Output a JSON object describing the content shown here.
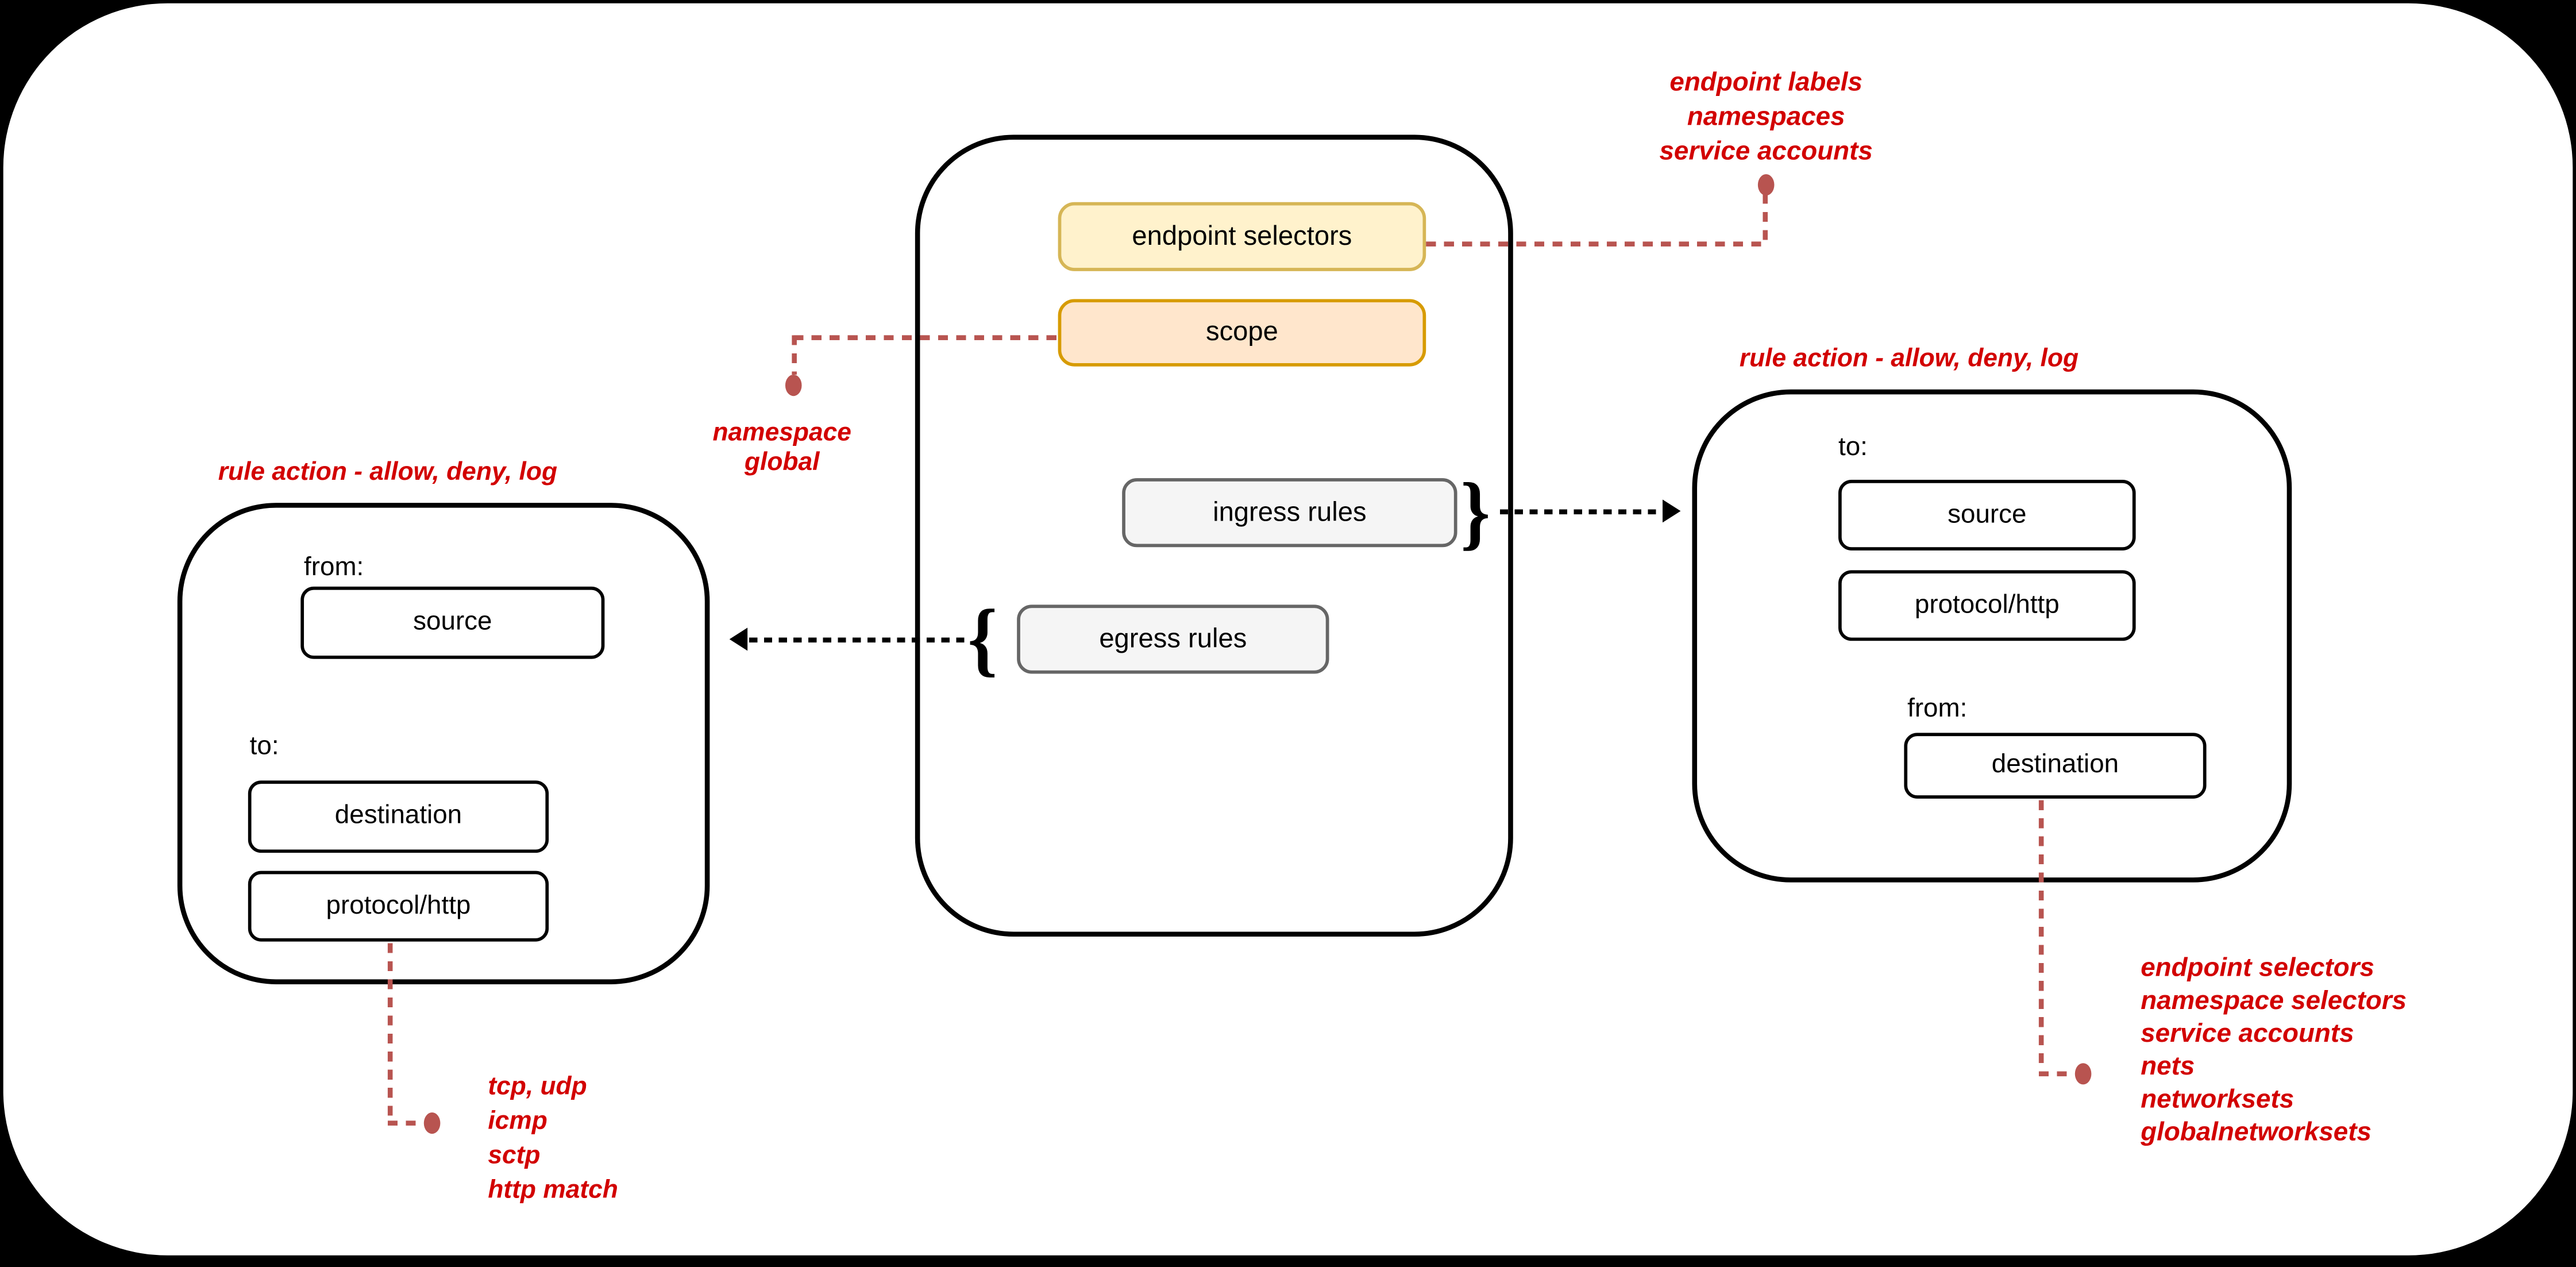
{
  "colors": {
    "background": "#000000",
    "canvas": "#ffffff",
    "outline": "#000000",
    "annotation_text": "#d20000",
    "connector": "#b85450",
    "endpoint_selectors_fill": "#fff2cc",
    "endpoint_selectors_border": "#d6b656",
    "scope_fill": "#ffe6cc",
    "scope_border": "#d79b00",
    "rules_fill": "#f5f5f5",
    "rules_border": "#666666"
  },
  "policy": {
    "endpoint_selectors": "endpoint selectors",
    "scope": "scope",
    "ingress_rules": "ingress rules",
    "egress_rules": "egress rules",
    "ingress_brace": "}",
    "egress_brace": "{"
  },
  "egress_detail": {
    "title": "rule action - allow, deny, log",
    "from_label": "from:",
    "source": "source",
    "to_label": "to:",
    "destination": "destination",
    "protocol": "protocol/http"
  },
  "ingress_detail": {
    "title": "rule action - allow, deny, log",
    "to_label": "to:",
    "source": "source",
    "protocol": "protocol/http",
    "from_label": "from:",
    "destination": "destination"
  },
  "annotations": {
    "endpoint_selectors_note": [
      "endpoint labels",
      "namespaces",
      "service accounts"
    ],
    "scope_note": [
      "namespace",
      "global"
    ],
    "protocol_note": [
      "tcp, udp",
      "icmp",
      "sctp",
      "http match"
    ],
    "destination_note": [
      "endpoint selectors",
      "namespace selectors",
      "service accounts",
      "nets",
      "networksets",
      "globalnetworksets"
    ]
  }
}
